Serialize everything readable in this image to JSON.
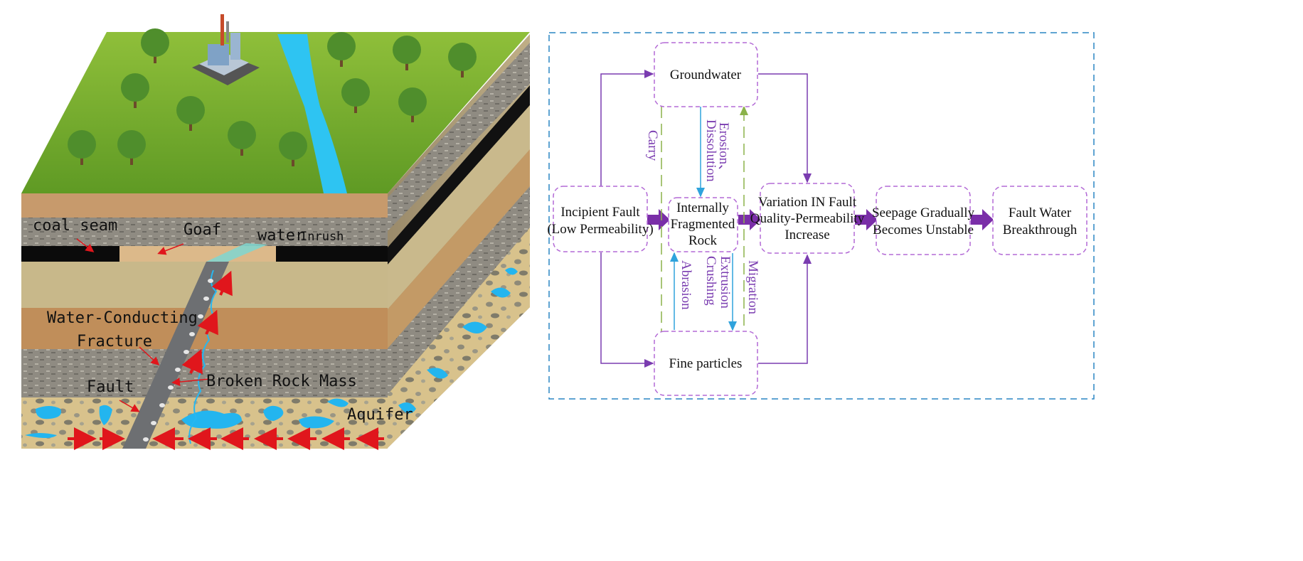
{
  "scene": {
    "labels": {
      "coal_seam": "coal seam",
      "goaf": "Goaf",
      "water": "water",
      "inrush": "Inrush",
      "wcf_line1": "Water-Conducting",
      "wcf_line2": "Fracture",
      "broken_rock": "Broken Rock Mass",
      "fault": "Fault",
      "aquifer": "Aquifer"
    }
  },
  "flowchart": {
    "nodes": {
      "incipient_fault": [
        "Incipient Fault",
        "(Low Permeability)"
      ],
      "groundwater": [
        "Groundwater"
      ],
      "fragmented_rock": [
        "Internally",
        "Fragmented",
        "Rock"
      ],
      "fine_particles": [
        "Fine particles"
      ],
      "variation": [
        "Variation IN Fault",
        "Quality-Permeability",
        "Increase"
      ],
      "seepage": [
        "Seepage Gradually",
        "Becomes Unstable"
      ],
      "breakthrough": [
        "Fault Water",
        "Breakthrough"
      ]
    },
    "edge_labels": {
      "carry": "Carry",
      "erosion": "Erosion、",
      "dissolution": "Dissolution",
      "extrusion": "Extrusion",
      "crushing": "Crushing",
      "abrasion": "Abrasion",
      "migration": "Migration"
    },
    "colors": {
      "purple": "#7a3cb0",
      "node_border": "#b36ad6",
      "blue": "#2fa3dc",
      "green": "#8bb24a",
      "frame": "#2a86c4"
    }
  }
}
